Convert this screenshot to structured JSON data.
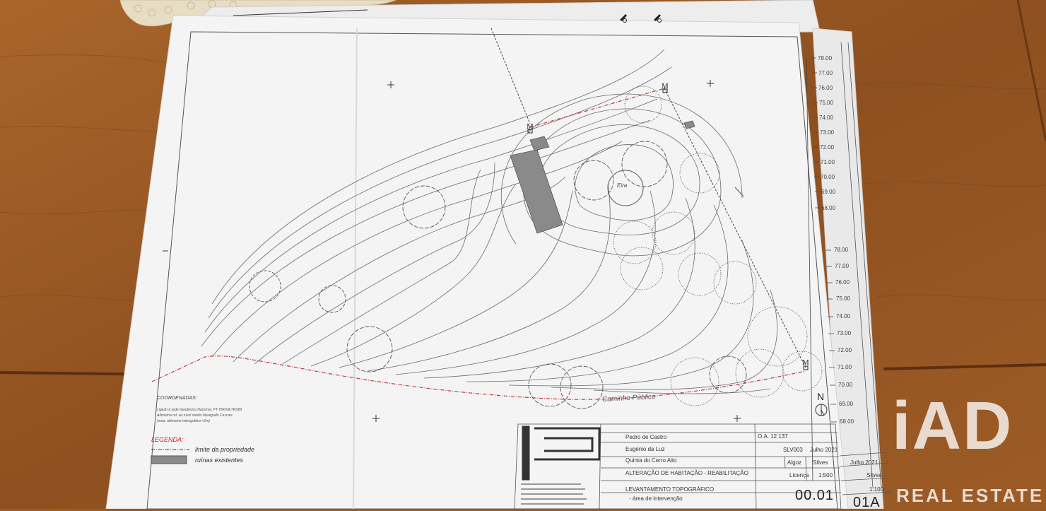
{
  "legend": {
    "coords_title": "COORDENADAS:",
    "coords_lines": [
      "Ligado à rede Geodésica Nacional, PT-TM06/ETRS89",
      "Altimetria ref. ao nível médio Marégrafo Cascais",
      "(nota: altimetria hidrográfica +2m)"
    ],
    "title": "LEGENDA:",
    "items": [
      "limite da propriedade",
      "ruínas existentes"
    ]
  },
  "map_labels": {
    "eira": "Eira",
    "road": "Caminho Público",
    "north": "N"
  },
  "ruler_upper": [
    "78.00",
    "77.00",
    "76.00",
    "75.00",
    "74.00",
    "73.00",
    "72.00",
    "71.00",
    "70.00",
    "69.00",
    "68.00"
  ],
  "ruler_lower": [
    "78.00",
    "77.00",
    "76.00",
    "75.00",
    "74.00",
    "73.00",
    "72.00",
    "71.00",
    "70.00",
    "69.00",
    "68.00"
  ],
  "title_block": {
    "author": "Pedro de Castro",
    "oa": "O.A. 12 137",
    "requerente": "Eugénio da Luz",
    "process": "SLV003",
    "date": "Julho 2021",
    "date_back": "Julho 2021",
    "location": "Quinta do Cerro Alto",
    "parish": "Algoz",
    "council": "Silves",
    "council_back": "Silves",
    "obra": "ALTERAÇÃO DE HABITAÇÃO - REABILITAÇÃO",
    "phase": "Licença",
    "scale": "1:500",
    "scale_back": "1:100",
    "drawing_title": "LEVANTAMENTO TOPOGRÁFICO",
    "drawing_subtitle": "- área de intervenção",
    "sheet": "00.01",
    "sheet_back": "01A"
  },
  "watermark": {
    "logo": "iAD",
    "sub": "REAL ESTATE"
  },
  "colors": {
    "table": "#9a5a24",
    "paper": "#f4f4f4",
    "boundary": "#c0353a",
    "ruin": "#8a8a8a"
  }
}
